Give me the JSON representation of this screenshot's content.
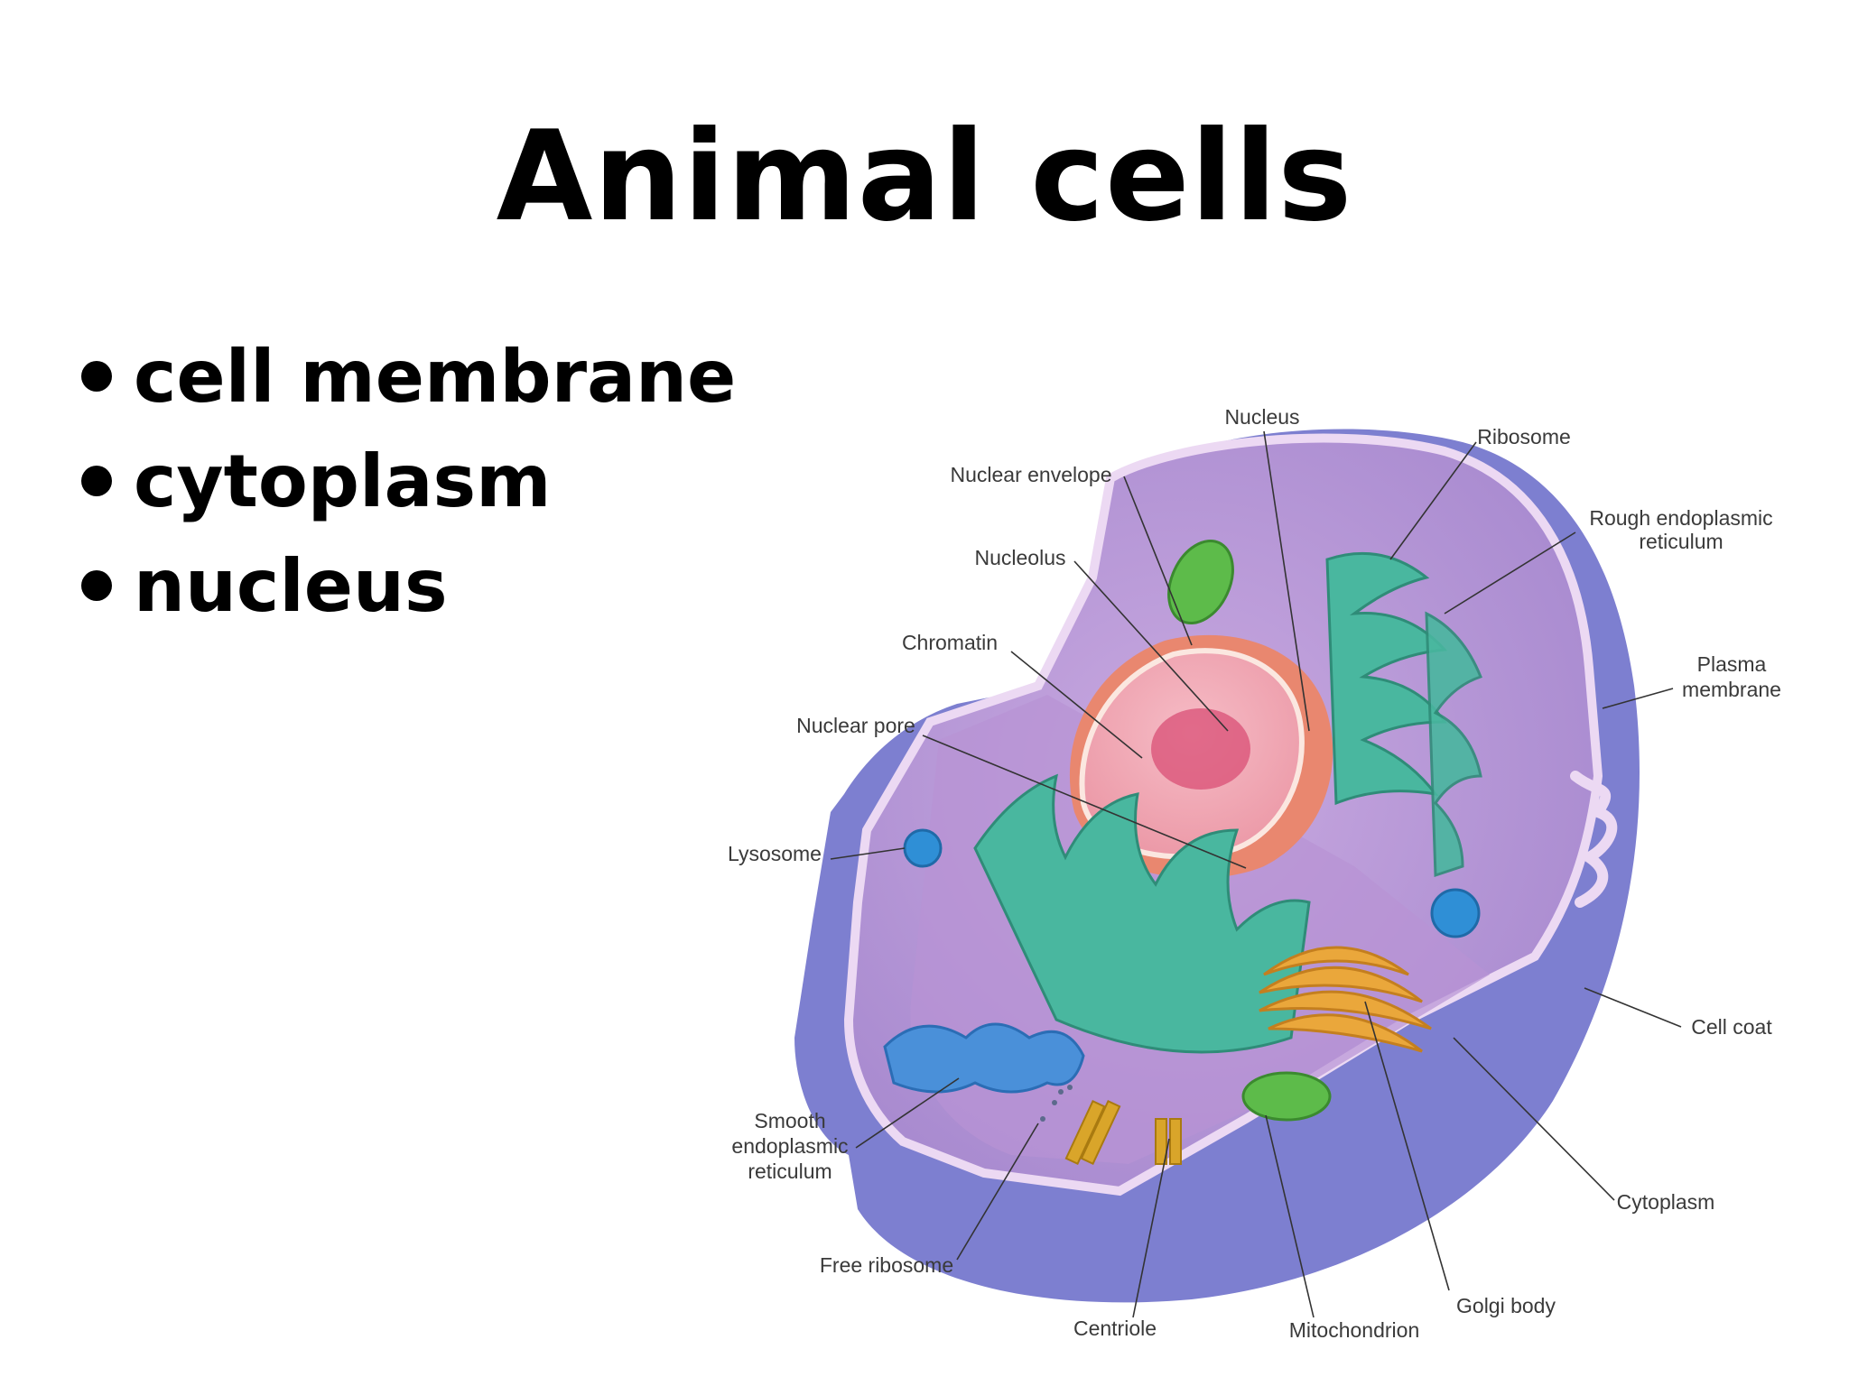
{
  "title": "Animal cells",
  "bullets": [
    "cell membrane",
    "cytoplasm",
    "nucleus"
  ],
  "labels": {
    "nucleus": "Nucleus",
    "ribosome": "Ribosome",
    "nuclear_envelope": "Nuclear envelope",
    "rough_er_line1": "Rough endoplasmic",
    "rough_er_line2": "reticulum",
    "nucleolus": "Nucleolus",
    "chromatin": "Chromatin",
    "plasma_membrane_line1": "Plasma",
    "plasma_membrane_line2": "membrane",
    "nuclear_pore": "Nuclear pore",
    "lysosome": "Lysosome",
    "cell_coat": "Cell coat",
    "smooth_er_line1": "Smooth",
    "smooth_er_line2": "endoplasmic",
    "smooth_er_line3": "reticulum",
    "cytoplasm": "Cytoplasm",
    "free_ribosome": "Free ribosome",
    "golgi_body": "Golgi body",
    "centriole": "Centriole",
    "mitochondrion": "Mitochondrion"
  },
  "colors": {
    "cell_outer": "#7d7fd0",
    "cytoplasm": "#b79ad6",
    "membrane_edge": "#e9d6f0",
    "nucleus_interior": "#f2a9b6",
    "nuclear_envelope": "#e9876f",
    "rough_er": "#3fae98",
    "smooth_er": "#4a90d9",
    "golgi": "#e8a43a",
    "mitochondrion": "#5dbb4a",
    "lysosome": "#2f8fd6",
    "centriole": "#d9a52a"
  }
}
